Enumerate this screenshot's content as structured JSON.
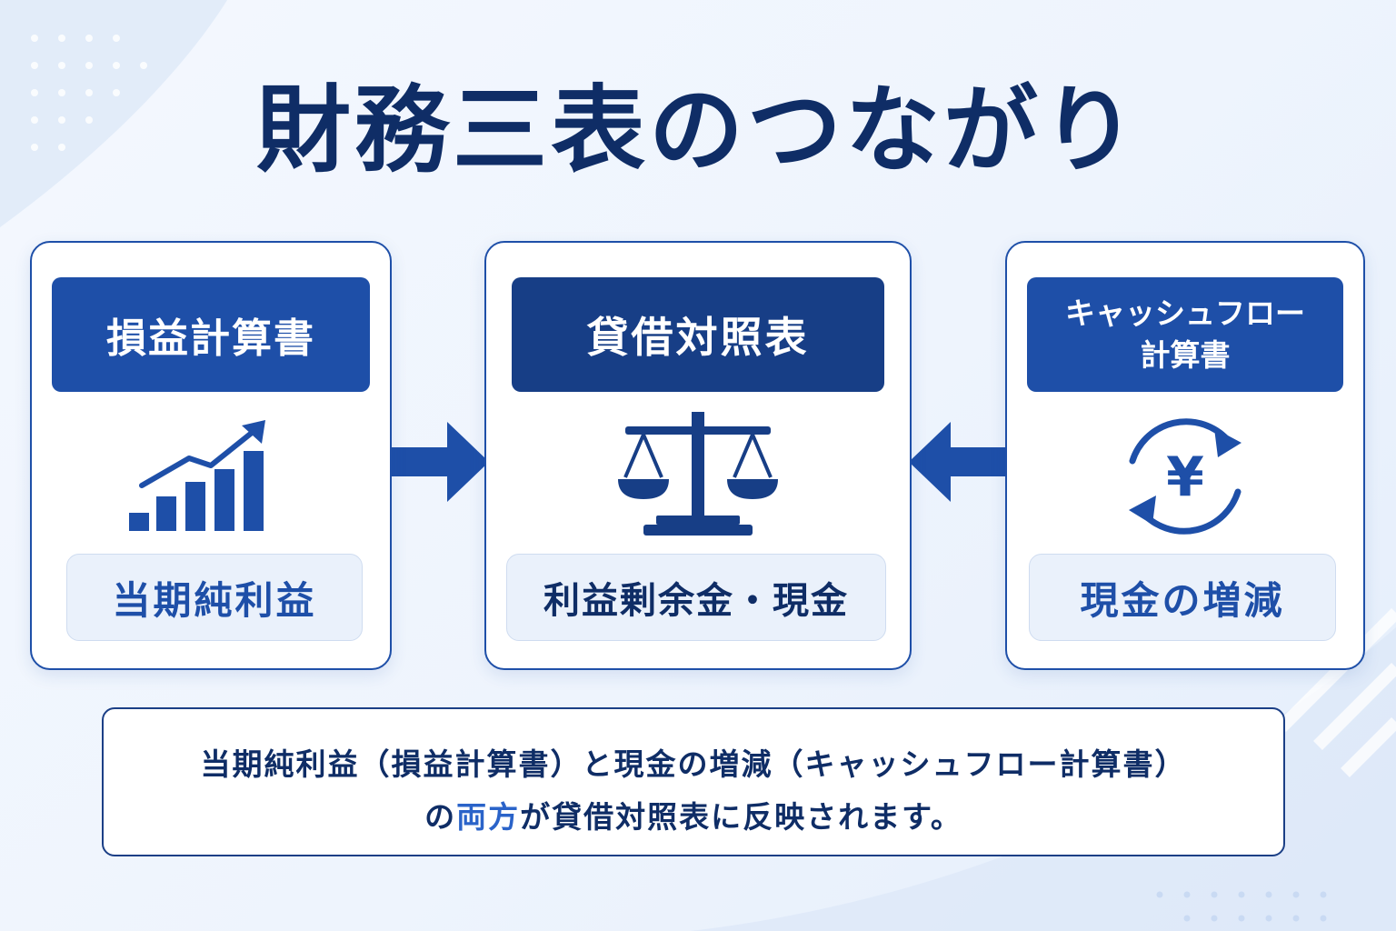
{
  "title": "財務三表のつながり",
  "statements": {
    "pl": {
      "header": "損益計算書",
      "icon": "growth-bar-chart-icon",
      "item": "当期純利益"
    },
    "bs": {
      "header": "貸借対照表",
      "icon": "balance-scale-icon",
      "item": "利益剰余金・現金"
    },
    "cf": {
      "header_line1": "キャッシュフロー",
      "header_line2": "計算書",
      "icon": "yen-cycle-icon",
      "item": "現金の増減"
    }
  },
  "note": {
    "line1": "当期純利益（損益計算書）と現金の増減（キャッシュフロー計算書）",
    "line2_before": "の",
    "line2_emphasis": "両方",
    "line2_after": "が貸借対照表に反映されます。"
  },
  "colors": {
    "navy": "#0f2d66",
    "primary_blue": "#1e4fa8",
    "dark_header_blue": "#173e86",
    "emphasis_blue": "#2a63c9",
    "result_bg": "#eaf1fb"
  }
}
